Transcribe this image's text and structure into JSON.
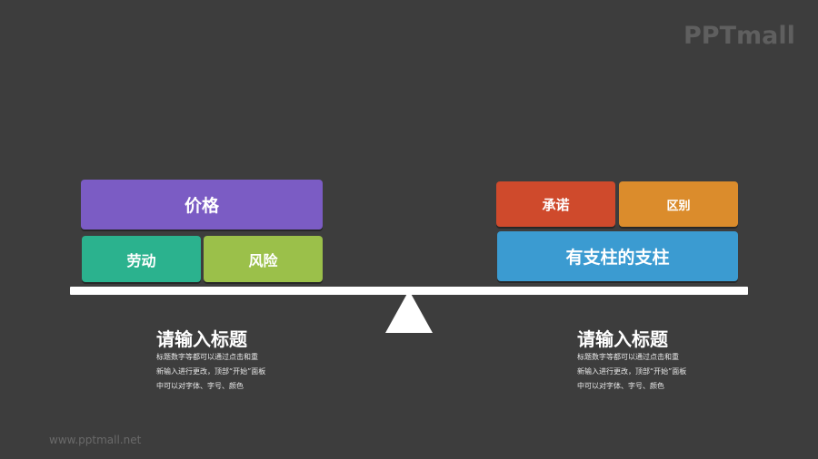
{
  "logo": {
    "text": "PPTmall"
  },
  "left_pan": {
    "top": {
      "label": "价格",
      "color": "#7b5cc4"
    },
    "bottom": [
      {
        "label": "劳动",
        "color": "#2bb28e"
      },
      {
        "label": "风险",
        "color": "#9bc04a"
      }
    ]
  },
  "right_pan": {
    "top": [
      {
        "label": "承诺",
        "color": "#cf4a2c"
      },
      {
        "label": "区别",
        "color": "#db8c2c"
      }
    ],
    "bottom": {
      "label": "有支柱的支柱",
      "color": "#3b9bd1"
    }
  },
  "scale": {
    "beam_color": "#ffffff",
    "fulcrum_color": "#ffffff"
  },
  "left_text": {
    "title": "请输入标题",
    "lines": [
      "标题数字等都可以通过点击和重",
      "新输入进行更改，顶部“开始”面板",
      "中可以对字体、字号、颜色"
    ]
  },
  "right_text": {
    "title": "请输入标题",
    "lines": [
      "标题数字等都可以通过点击和重",
      "新输入进行更改，顶部“开始”面板",
      "中可以对字体、字号、颜色"
    ]
  },
  "footer": {
    "url": "www.pptmall.net"
  }
}
